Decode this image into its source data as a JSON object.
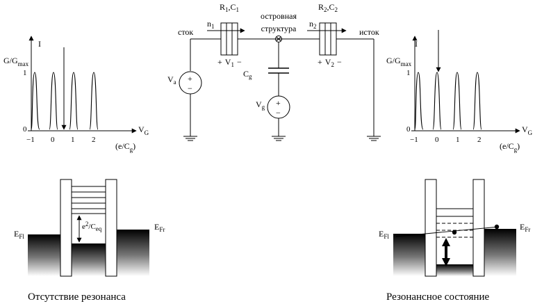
{
  "plot_left": {
    "y_label": "I",
    "y_label2": "G/G",
    "y_label2_sub": "max",
    "y_tick_1": "1",
    "y_tick_0": "0",
    "x_label": "V",
    "x_label_sub": "G",
    "x_ticks": [
      "−1",
      "0",
      "1",
      "2"
    ],
    "x_units_main": "(e/C",
    "x_units_sub": "g",
    "x_units_close": ")"
  },
  "plot_right": {
    "y_label": "I",
    "y_label2": "G/G",
    "y_label2_sub": "max",
    "y_tick_1": "1",
    "y_tick_0": "0",
    "x_label": "V",
    "x_label_sub": "G",
    "x_ticks": [
      "−1",
      "0",
      "1",
      "2"
    ],
    "x_units_main": "(e/C",
    "x_units_sub": "g",
    "x_units_close": ")"
  },
  "circuit": {
    "r1_main": "R",
    "r1_sub": "1",
    "r1_sep": ",C",
    "r1_sub2": "1",
    "r2_main": "R",
    "r2_sub": "2",
    "r2_sep": ",C",
    "r2_sub2": "2",
    "island_line1": "островная",
    "island_line2": "структура",
    "drain": "сток",
    "source": "исток",
    "n1_main": "n",
    "n1_sub": "1",
    "n2_main": "n",
    "n2_sub": "2",
    "v1_plus": "+",
    "v1_main": "V",
    "v1_sub": "1",
    "v1_minus": "−",
    "v2_plus": "+",
    "v2_main": "V",
    "v2_sub": "2",
    "v2_minus": "−",
    "cg_main": "C",
    "cg_sub": "g",
    "va_main": "V",
    "va_sub": "a",
    "vg_main": "V",
    "vg_sub": "g",
    "plus": "+",
    "minus": "−"
  },
  "band_left": {
    "efl_main": "E",
    "efl_sub": "Fl",
    "efr_main": "E",
    "efr_sub": "Fr",
    "charge_main": "e",
    "charge_sup": "2",
    "charge_mid": "/C",
    "charge_sub": "eq",
    "caption": "Отсутствие резонанса"
  },
  "band_right": {
    "efl_main": "E",
    "efl_sub": "Fl",
    "efr_main": "E",
    "efr_sub": "Fr",
    "caption": "Резонансное состояние"
  }
}
